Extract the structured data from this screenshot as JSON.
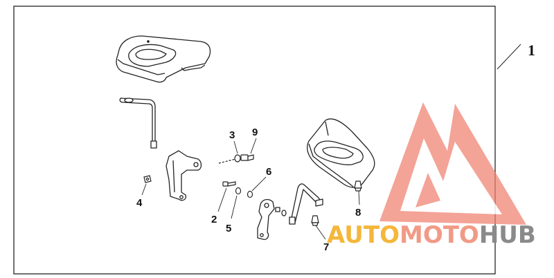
{
  "diagram": {
    "callouts": {
      "kit": "1",
      "p2": "2",
      "p3": "3",
      "p4": "4",
      "p5": "5",
      "p6": "6",
      "p7": "7",
      "p8": "8",
      "p9": "9"
    }
  },
  "watermark": {
    "part1": "AUTO",
    "part2": "MOTO",
    "part3": "HUB",
    "colors": {
      "auto": "#f4b73a",
      "moto": "#f19a86",
      "hub": "#8a8a8a",
      "logo": "#f08070"
    }
  }
}
